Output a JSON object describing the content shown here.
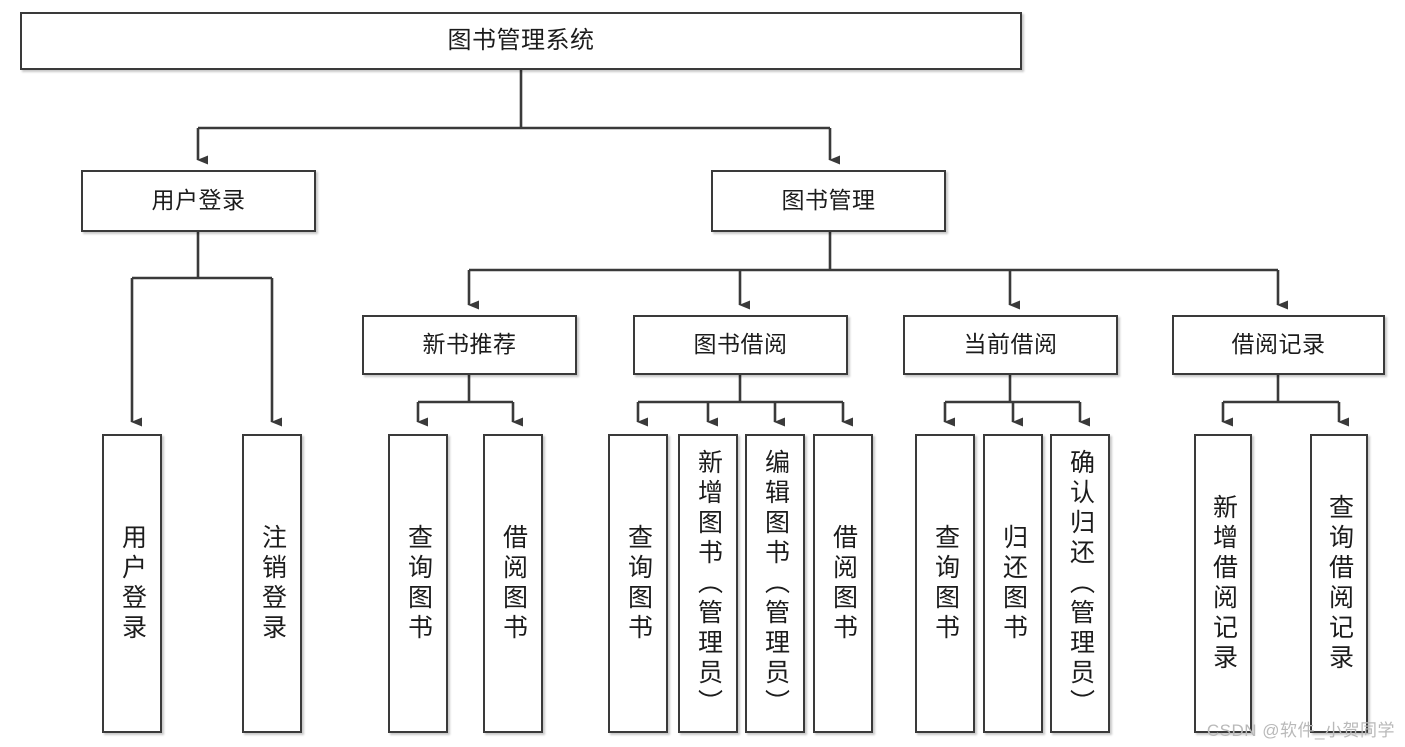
{
  "diagram": {
    "title": "图书管理系统",
    "type": "tree-hierarchy-chart",
    "orientation": "top-down",
    "edge_color": "#3a3a3a",
    "node_border_color": "#3a3a3a",
    "node_fill_color": "#ffffff",
    "text_color": "#1c1c1c"
  },
  "watermark": {
    "text": "CSDN @软件_小贺同学",
    "color": "#b9b9b9"
  },
  "nodes": {
    "root": {
      "label": "图书管理系统",
      "level": 1
    },
    "level2": [
      {
        "id": "user-login",
        "label": "用户登录",
        "level": 2
      },
      {
        "id": "book-management",
        "label": "图书管理",
        "level": 2
      }
    ],
    "level3": [
      {
        "id": "new-book-recommend",
        "label": "新书推荐",
        "level": 3,
        "parent": "book-management"
      },
      {
        "id": "book-borrow",
        "label": "图书借阅",
        "level": 3,
        "parent": "book-management"
      },
      {
        "id": "current-borrow",
        "label": "当前借阅",
        "level": 3,
        "parent": "book-management"
      },
      {
        "id": "borrow-record",
        "label": "借阅记录",
        "level": 3,
        "parent": "book-management"
      }
    ],
    "leaves": [
      {
        "id": "leaf-user-login",
        "label": "用户登录",
        "parent": "user-login"
      },
      {
        "id": "leaf-logout-login",
        "label": "注销登录",
        "parent": "user-login"
      },
      {
        "id": "leaf-query-book-1",
        "label": "查询图书",
        "parent": "new-book-recommend"
      },
      {
        "id": "leaf-borrow-book-1",
        "label": "借阅图书",
        "parent": "new-book-recommend"
      },
      {
        "id": "leaf-query-book-2",
        "label": "查询图书",
        "parent": "book-borrow"
      },
      {
        "id": "leaf-add-book",
        "label": "新增图书（管理员）",
        "parent": "book-borrow"
      },
      {
        "id": "leaf-edit-book",
        "label": "编辑图书（管理员）",
        "parent": "book-borrow"
      },
      {
        "id": "leaf-borrow-book-2",
        "label": "借阅图书",
        "parent": "book-borrow"
      },
      {
        "id": "leaf-query-book-3",
        "label": "查询图书",
        "parent": "current-borrow"
      },
      {
        "id": "leaf-return-book",
        "label": "归还图书",
        "parent": "current-borrow"
      },
      {
        "id": "leaf-confirm-return",
        "label": "确认归还（管理员）",
        "parent": "current-borrow"
      },
      {
        "id": "leaf-add-record",
        "label": "新增借阅记录",
        "parent": "borrow-record"
      },
      {
        "id": "leaf-query-record",
        "label": "查询借阅记录",
        "parent": "borrow-record"
      }
    ]
  }
}
